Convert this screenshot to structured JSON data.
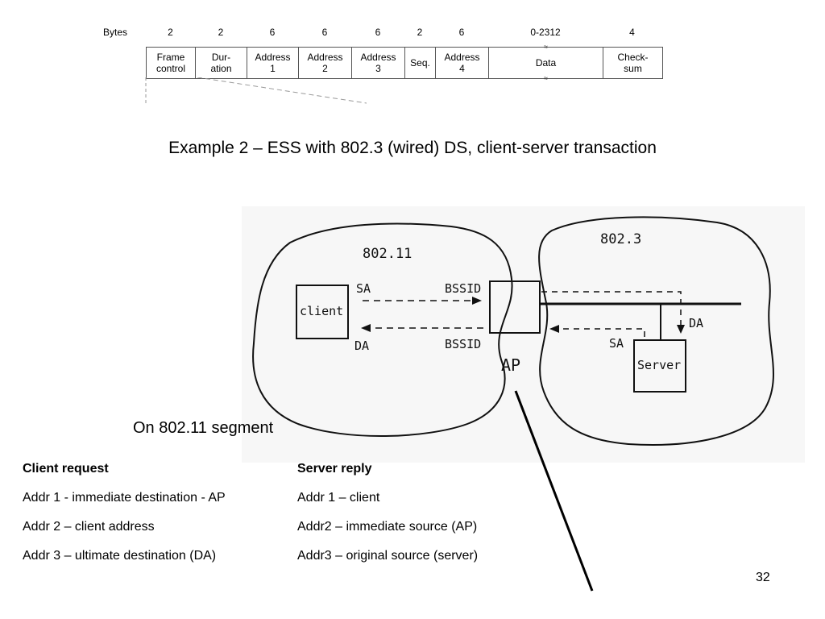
{
  "frame_format": {
    "bytes_label": "Bytes",
    "fields": [
      {
        "bytes": "2",
        "label": "Frame\ncontrol"
      },
      {
        "bytes": "2",
        "label": "Dur-\nation"
      },
      {
        "bytes": "6",
        "label": "Address\n1"
      },
      {
        "bytes": "6",
        "label": "Address\n2"
      },
      {
        "bytes": "6",
        "label": "Address\n3"
      },
      {
        "bytes": "2",
        "label": "Seq."
      },
      {
        "bytes": "6",
        "label": "Address\n4"
      },
      {
        "bytes": "0-2312",
        "label": "Data"
      },
      {
        "bytes": "4",
        "label": "Check-\nsum"
      }
    ]
  },
  "title": "Example 2 – ESS with 802.3 (wired) DS, client-server transaction",
  "diagram": {
    "left_network": "802.11",
    "right_network": "802.3",
    "client": "client",
    "server": "Server",
    "ap": "AP",
    "sa_left": "SA",
    "da_left": "DA",
    "bssid_top": "BSSID",
    "bssid_bottom": "BSSID",
    "sa_right": "SA",
    "da_right": "DA"
  },
  "segment_label": "On 802.11 segment",
  "client_request": {
    "header": "Client request",
    "lines": [
      "Addr 1 - immediate destination - AP",
      "Addr 2 – client address",
      "Addr 3 – ultimate destination (DA)"
    ]
  },
  "server_reply": {
    "header": "Server reply",
    "lines": [
      "Addr 1 – client",
      "Addr2 – immediate source (AP)",
      "Addr3 – original source (server)"
    ]
  },
  "page_number": "32"
}
